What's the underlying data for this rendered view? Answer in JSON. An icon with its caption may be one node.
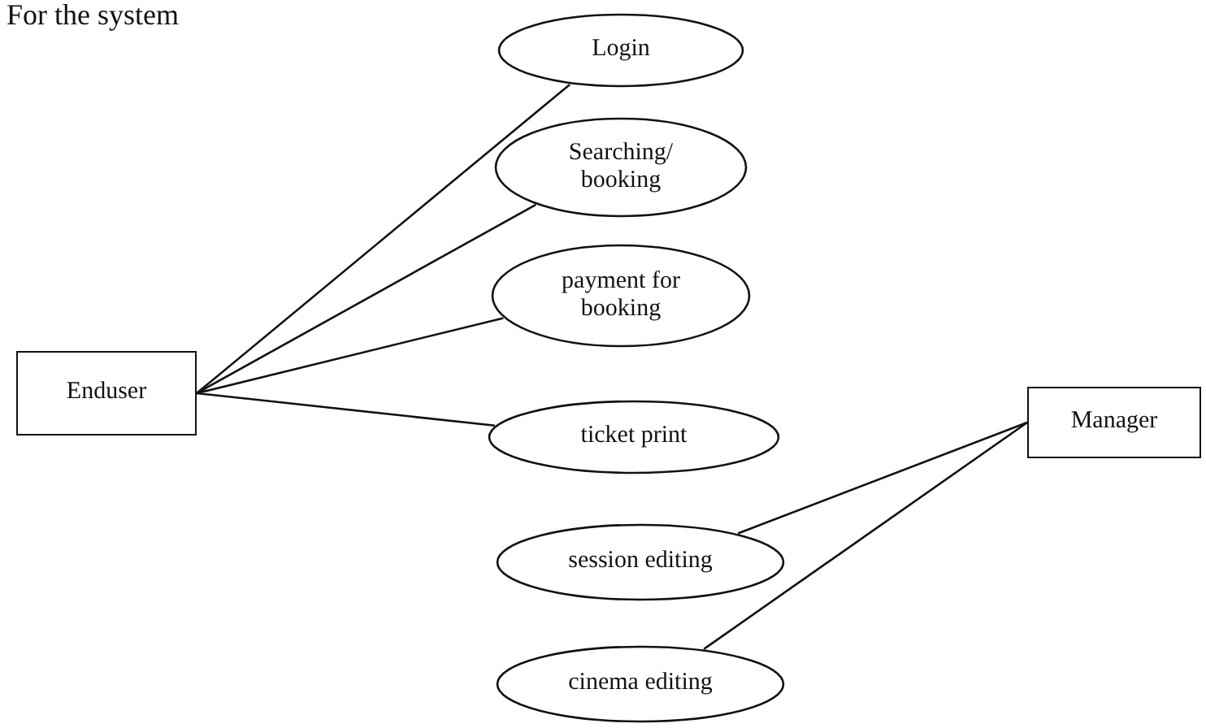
{
  "diagram": {
    "title": "For the system",
    "nodes": [
      {
        "text": [
          "Enduser"
        ]
      },
      {
        "text": [
          "Login"
        ]
      },
      {
        "text": [
          "Searching/ booking"
        ]
      },
      {
        "text": [
          "payment for booking"
        ]
      },
      {
        "text": [
          "ticket print"
        ]
      },
      {
        "text": [
          "session editing"
        ]
      },
      {
        "text": [
          "cinema editing"
        ]
      },
      {
        "text": [
          "Manager"
        ]
      }
    ],
    "edges": [
      {
        "from": 0,
        "to": 1,
        "arrow": "none"
      },
      {
        "from": 0,
        "to": 2,
        "arrow": "none"
      },
      {
        "from": 0,
        "to": 3,
        "arrow": "none"
      },
      {
        "from": 0,
        "to": 4,
        "arrow": "none"
      },
      {
        "from": 7,
        "to": 5,
        "arrow": "none"
      },
      {
        "from": 7,
        "to": 6,
        "arrow": "none"
      }
    ]
  }
}
